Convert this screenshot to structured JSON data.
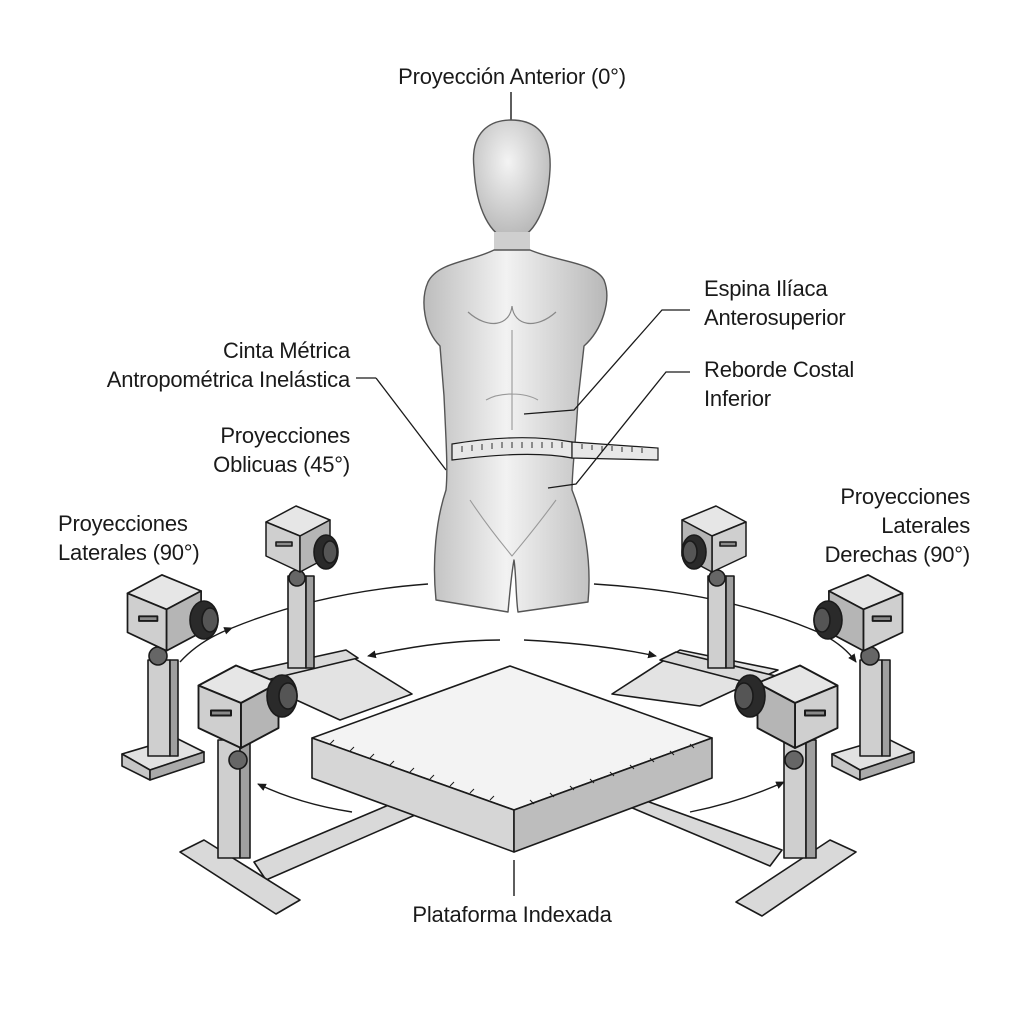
{
  "labels": {
    "anterior": "Proyección Anterior (0°)",
    "espina_line1": "Espina Ilíaca",
    "espina_line2": "Anterosuperior",
    "reborde_line1": "Reborde Costal",
    "reborde_line2": "Inferior",
    "cinta_line1": "Cinta Métrica",
    "cinta_line2": "Antropométrica Inelástica",
    "oblicuas_line1": "Proyecciones",
    "oblicuas_line2": "Oblicuas (45°)",
    "lat_izq_line1": "Proyecciones",
    "lat_izq_line2": "Laterales (90°)",
    "lat_der_line1": "Proyecciones",
    "lat_der_line2": "Laterales",
    "lat_der_line3": "Derechas (90°)",
    "plataforma": "Plataforma Indexada"
  },
  "icons": {
    "mannequin": "mannequin-torso",
    "camera": "camera-on-stand",
    "platform": "indexed-platform",
    "tape": "measuring-tape"
  },
  "colors": {
    "line": "#1a1a1a",
    "fill_light": "#eeeeee",
    "fill_mid": "#d4d4d4",
    "fill_dark": "#9a9a9a",
    "lens": "#2a2a2a"
  }
}
